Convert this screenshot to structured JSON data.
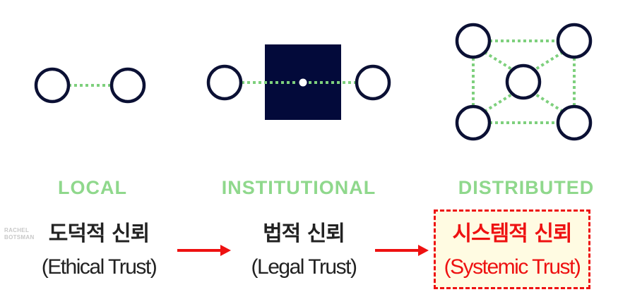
{
  "colors": {
    "node_stroke": "#0b1034",
    "dotted_link": "#7ed07d",
    "institution_box": "#030a3a",
    "heading_text": "#8fd88c",
    "body_text": "#222222",
    "credit_text": "#c8c8c8",
    "arrow": "#ee1111",
    "highlight_text": "#ee1111",
    "highlight_border": "#ee1111",
    "highlight_fill": "#fffbe2"
  },
  "models": [
    {
      "heading": "LOCAL",
      "korean": "도덕적 신뢰",
      "english": "(Ethical Trust)"
    },
    {
      "heading": "INSTITUTIONAL",
      "korean": "법적 신뢰",
      "english": "(Legal Trust)"
    },
    {
      "heading": "DISTRIBUTED",
      "korean": "시스템적 신뢰",
      "english": "(Systemic Trust)"
    }
  ],
  "credit": {
    "line1": "RACHEL",
    "line2": "BOTSMAN"
  },
  "arrows": [
    "right-arrow",
    "right-arrow"
  ]
}
